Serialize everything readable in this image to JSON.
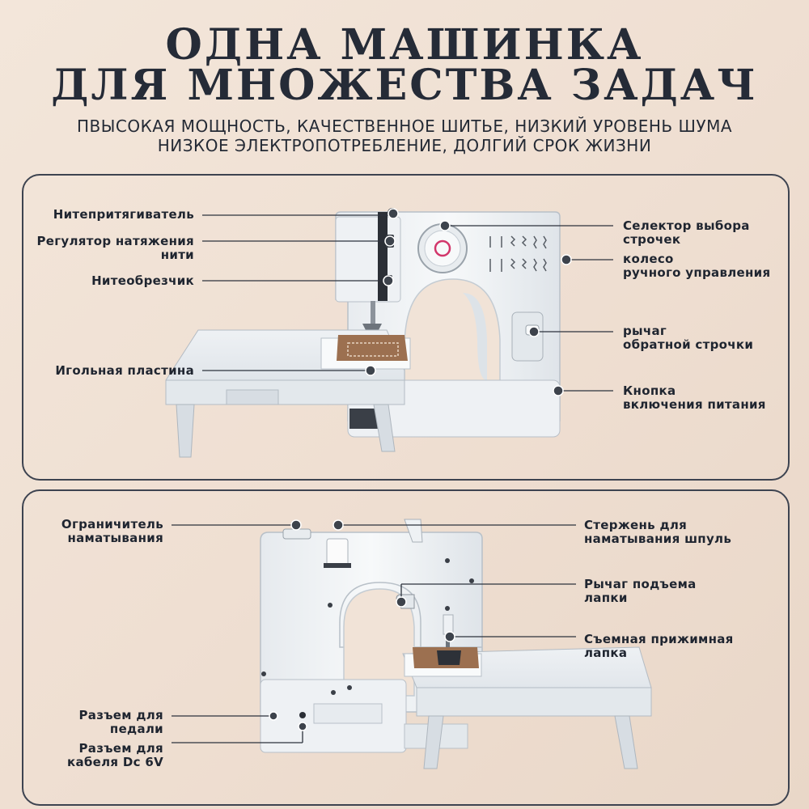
{
  "title": {
    "line1": "ОДНА МАШИНКА",
    "line2": "ДЛЯ МНОЖЕСТВА ЗАДАЧ"
  },
  "subtitle": {
    "line1": "ПВЫСОКАЯ МОЩНОСТЬ, КАЧЕСТВЕННОЕ ШИТЬЕ, НИЗКИЙ УРОВЕНЬ ШУМА",
    "line2": "НИЗКОЕ ЭЛЕКТРОПОТРЕБЛЕНИЕ, ДОЛГИЙ СРОК ЖИЗНИ"
  },
  "front": {
    "labels": {
      "take_up": "Нитепритягиватель",
      "tension_1": "Регулятор натяжения",
      "tension_2": "нити",
      "cutter": "Нитеобрезчик",
      "plate": "Игольная пластина",
      "selector_1": "Селектор выбора",
      "selector_2": "строчек",
      "wheel_1": "колесо",
      "wheel_2": "ручного управления",
      "reverse_1": "рычаг",
      "reverse_2": "обратной строчки",
      "power_1": "Кнопка",
      "power_2": "включения питания"
    }
  },
  "back": {
    "labels": {
      "stopper_1": "Ограничитель",
      "stopper_2": "наматывания",
      "spindle_1": "Стержень для",
      "spindle_2": "наматывания шпуль",
      "lifter_1": "Рычаг подъема",
      "lifter_2": "лапки",
      "foot_1": "Съемная прижимная",
      "foot_2": "лапка",
      "pedal_1": "Разъем для",
      "pedal_2": "педали",
      "cable_1": "Разъем для",
      "cable_2": "кабеля Dc 6V"
    }
  },
  "colors": {
    "background": "#f1e3d7",
    "ink": "#232a36",
    "machine_body": "#f4f6f8",
    "machine_shade": "#d7dde3",
    "fabric": "#9c7050",
    "accent_pink": "#d2366b"
  }
}
